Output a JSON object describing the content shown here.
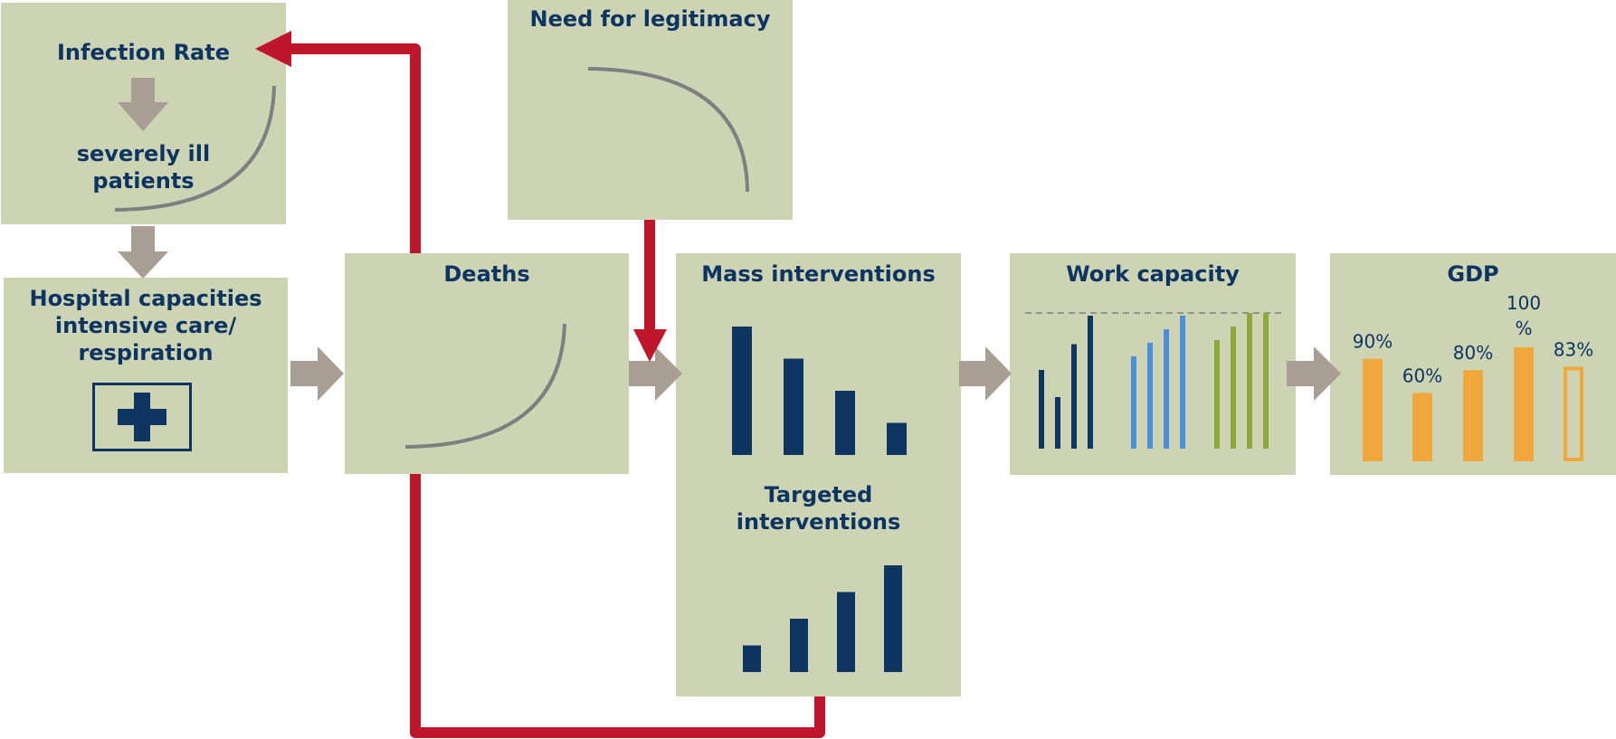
{
  "boxes": {
    "infection": {
      "title": "Infection Rate",
      "sub": "severely ill patients"
    },
    "legitimacy": {
      "title": "Need for legitimacy"
    },
    "hospital": {
      "title": "Hospital capacities intensive care/ respiration"
    },
    "deaths": {
      "title": "Deaths"
    },
    "mass": {
      "title": "Mass interventions"
    },
    "targeted": {
      "title": "Targeted interventions"
    },
    "work": {
      "title": "Work capacity"
    },
    "gdp": {
      "title": "GDP"
    }
  },
  "gdp_bars": [
    {
      "label": "90%",
      "value": 0.9,
      "style": "filled"
    },
    {
      "label": "60%",
      "value": 0.6,
      "style": "filled"
    },
    {
      "label": "80%",
      "value": 0.8,
      "style": "filled"
    },
    {
      "label": "100 %",
      "value": 1.0,
      "style": "filled"
    },
    {
      "label": "83%",
      "value": 0.83,
      "style": "outline"
    }
  ],
  "mass_bars": [
    1.0,
    0.75,
    0.5,
    0.25
  ],
  "targeted_bars": [
    0.25,
    0.5,
    0.75,
    1.0
  ],
  "work_groups": [
    {
      "color": "#0e3561",
      "values": [
        0.58,
        0.38,
        0.77,
        0.98
      ]
    },
    {
      "color": "#4a90d9",
      "values": [
        0.68,
        0.78,
        0.88,
        0.98
      ]
    },
    {
      "color": "#8fa83a",
      "values": [
        0.8,
        0.9,
        1.0,
        1.0
      ]
    }
  ],
  "colors": {
    "box_fill": "#cdd4b4",
    "text": "#0e3561",
    "feedback_arrow": "#c0162c",
    "flow_arrow": "#a89e93",
    "curve": "#7f7f7f",
    "gdp_bar": "#f0a83c",
    "work_reference_line": "#808080"
  },
  "icons": {
    "hospital": "medical-cross-icon"
  }
}
